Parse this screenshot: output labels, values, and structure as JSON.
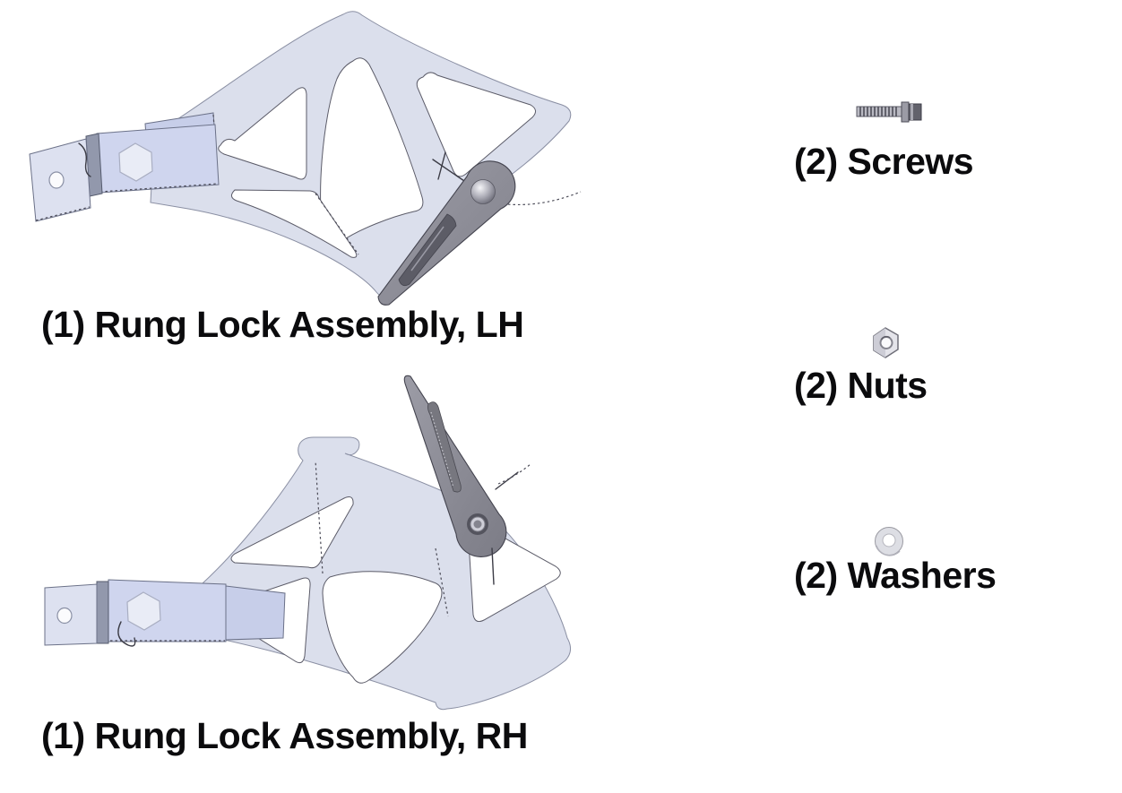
{
  "document": {
    "type": "parts-identification-diagram",
    "background": "#ffffff"
  },
  "parts": {
    "assembly_lh": {
      "quantity": "1",
      "name": "Rung Lock Assembly, LH",
      "label": "(1) Rung Lock Assembly, LH",
      "icon": "rung-lock-assembly-lh-illustration"
    },
    "assembly_rh": {
      "quantity": "1",
      "name": "Rung Lock Assembly, RH",
      "label": "(1) Rung Lock Assembly, RH",
      "icon": "rung-lock-assembly-rh-illustration"
    },
    "screws": {
      "quantity": "2",
      "name": "Screws",
      "label": "(2) Screws",
      "icon": "screw-icon"
    },
    "nuts": {
      "quantity": "2",
      "name": "Nuts",
      "label": "(2) Nuts",
      "icon": "nut-icon"
    },
    "washers": {
      "quantity": "2",
      "name": "Washers",
      "label": "(2) Washers",
      "icon": "washer-icon"
    }
  },
  "colors": {
    "frame": "#dbdfec",
    "bracket_plate": "#cfd5ee",
    "bracket_plate_dark": "#c7cee9",
    "bracket_fold": "#9298ac",
    "hex_bolt": "#e9ecf6",
    "lever": "#8e8e98",
    "lever_dark": "#5c5c66",
    "outline": "#43434e",
    "text": "#0b0b0d"
  }
}
